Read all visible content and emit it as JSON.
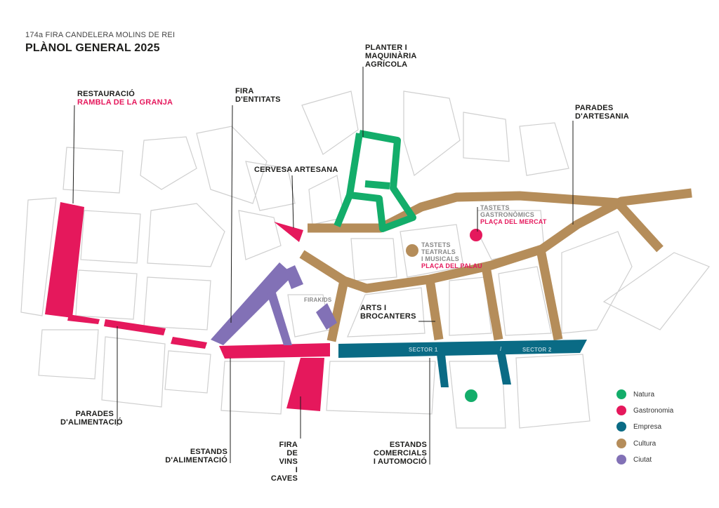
{
  "header": {
    "subtitle": "174a FIRA CANDELERA MOLINS DE REI",
    "title": "PLÀNOL GENERAL 2025"
  },
  "labels": {
    "planter": [
      "PLANTER I",
      "MAQUINÀRIA",
      "AGRÍCOLA"
    ],
    "restauracio": "RESTAURACIÓ",
    "rambla": "RAMBLA DE LA GRANJA",
    "entitats": [
      "FIRA",
      "D'ENTITATS"
    ],
    "cervesa": "CERVESA ARTESANA",
    "artesania": [
      "PARADES",
      "D'ARTESANIA"
    ],
    "tastets_gastro": [
      "TASTETS",
      "GASTRONÒMICS"
    ],
    "placa_mercat": "PLAÇA DEL MERCAT",
    "tastets_teatrals": [
      "TASTETS",
      "TEATRALS",
      "I MUSICALS"
    ],
    "placa_palau": "PLAÇA DEL PALAU",
    "firakids": "FIRAKIDS",
    "arts": [
      "ARTS I",
      "BROCANTERS"
    ],
    "sector1": "SECTOR 1",
    "sector2": "SECTOR 2",
    "sector_sep": "/",
    "alimentacio_parades": [
      "PARADES",
      "D'ALIMENTACIÓ"
    ],
    "alimentacio_estands": [
      "ESTANDS",
      "D'ALIMENTACIÓ"
    ],
    "vins": [
      "FIRA",
      "DE VINS",
      "I CAVES"
    ],
    "comercials": [
      "ESTANDS",
      "COMERCIALS",
      "I AUTOMOCIÓ"
    ]
  },
  "legend": [
    {
      "label": "Natura",
      "color": "#13ad6a"
    },
    {
      "label": "Gastronomia",
      "color": "#e5185c"
    },
    {
      "label": "Empresa",
      "color": "#0a6b85"
    },
    {
      "label": "Cultura",
      "color": "#b58d5a"
    },
    {
      "label": "Ciutat",
      "color": "#8271b6"
    }
  ]
}
